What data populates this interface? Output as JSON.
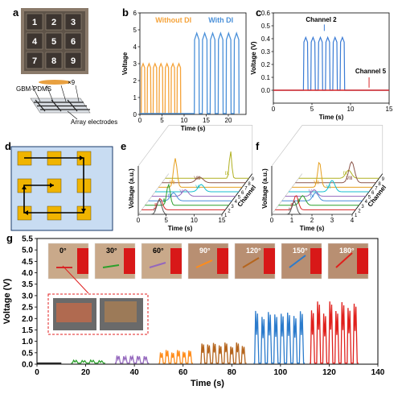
{
  "chart_data": [
    {
      "panel": "a",
      "type": "other",
      "pad_numbers": [
        "1",
        "2",
        "3",
        "4",
        "5",
        "6",
        "7",
        "8",
        "9"
      ],
      "multiplier": "×9",
      "labels": [
        "GBM-PDMS",
        "Array electrodes"
      ]
    },
    {
      "panel": "b",
      "type": "line",
      "xlabel": "Time (s)",
      "ylabel": "Voltage",
      "xlim": [
        0,
        24
      ],
      "ylim": [
        0,
        6
      ],
      "xticks": [
        0,
        5,
        10,
        15,
        20
      ],
      "yticks": [
        0,
        1,
        2,
        3,
        4,
        5,
        6
      ],
      "series": [
        {
          "name": "Without DI",
          "color": "#f5a33a",
          "peak": 3.0,
          "start": 0.3,
          "period": 1.35,
          "count": 7
        },
        {
          "name": "With DI",
          "color": "#4a90d9",
          "peak": 4.8,
          "start": 12.3,
          "period": 1.8,
          "count": 6
        }
      ]
    },
    {
      "panel": "c",
      "type": "line",
      "xlabel": "Time (s)",
      "ylabel": "Voltage (V)",
      "xlim": [
        0,
        15
      ],
      "ylim": [
        -0.1,
        0.6
      ],
      "xticks": [
        0,
        5,
        10,
        15
      ],
      "yticks": [
        0.0,
        0.1,
        0.2,
        0.3,
        0.4,
        0.5,
        0.6
      ],
      "annotations": [
        "Channel 2",
        "Channel 5"
      ],
      "series": [
        {
          "name": "Channel 2",
          "color": "#3a7bd5",
          "peak": 0.46,
          "start": 3.9,
          "period": 0.95,
          "count": 6
        },
        {
          "name": "Channel 5",
          "color": "#d62728",
          "level": 0.0
        }
      ]
    },
    {
      "panel": "d",
      "type": "diagram",
      "grid": "3x3"
    },
    {
      "panel": "e",
      "type": "line",
      "xlabel": "Time (s)",
      "ylabel": "Voltage (a.u.)",
      "zlabel": "Channel",
      "xlim": [
        0,
        15
      ],
      "xticks": [
        0,
        5,
        10,
        15
      ],
      "channels": [
        "1",
        "2",
        "3",
        "4",
        "5",
        "6",
        "7",
        "8",
        "9"
      ],
      "roman_labels": [
        "Ⅰ",
        "Ⅱ",
        "Ⅲ",
        "Ⅳ",
        "Ⅴ",
        "Ⅵ",
        "Ⅶ",
        "Ⅷ",
        "Ⅸ"
      ],
      "channel_colors": [
        "#555555",
        "#d62728",
        "#2ca02c",
        "#4a90d9",
        "#9467bd",
        "#17becf",
        "#e6a020",
        "#8c564b",
        "#b0b020"
      ]
    },
    {
      "panel": "f",
      "type": "line",
      "xlabel": "Time (s)",
      "ylabel": "Voltage (a.u.)",
      "zlabel": "Channel",
      "xlim": [
        0,
        4
      ],
      "xticks": [
        0,
        1,
        2,
        3,
        4
      ],
      "channels": [
        "1",
        "2",
        "3",
        "4",
        "5",
        "6",
        "7",
        "8",
        "9"
      ],
      "roman_labels": [
        "Ⅰ",
        "Ⅱ",
        "Ⅲ",
        "Ⅳ",
        "Ⅴ",
        "Ⅵ",
        "Ⅶ",
        "Ⅷ",
        "Ⅸ"
      ],
      "channel_colors": [
        "#555555",
        "#d62728",
        "#2ca02c",
        "#4a90d9",
        "#9467bd",
        "#17becf",
        "#e6a020",
        "#8c564b",
        "#b0b020"
      ]
    },
    {
      "panel": "g",
      "type": "line",
      "xlabel": "Time (s)",
      "ylabel": "Voltage (V)",
      "xlim": [
        0,
        140
      ],
      "ylim": [
        0.0,
        5.5
      ],
      "xticks": [
        0,
        20,
        40,
        60,
        80,
        100,
        120,
        140
      ],
      "yticks": [
        0.0,
        0.5,
        1.0,
        1.5,
        2.0,
        2.5,
        3.0,
        3.5,
        4.0,
        4.5,
        5.0,
        5.5
      ],
      "angles": [
        "0°",
        "30°",
        "60°",
        "90°",
        "120°",
        "150°",
        "180°"
      ],
      "series": [
        {
          "name": "0°",
          "color": "#000000",
          "range": [
            0,
            10
          ],
          "peak": 0.05,
          "count": 0
        },
        {
          "name": "30°",
          "color": "#2ca02c",
          "range": [
            14,
            28
          ],
          "peak": 0.18,
          "count": 4
        },
        {
          "name": "60°",
          "color": "#9467bd",
          "range": [
            32,
            46
          ],
          "peak": 0.38,
          "count": 5
        },
        {
          "name": "90°",
          "color": "#ff8c1a",
          "range": [
            50,
            64
          ],
          "peak": 0.62,
          "count": 6
        },
        {
          "name": "120°",
          "color": "#b5651d",
          "range": [
            67,
            86
          ],
          "peak": 0.95,
          "count": 8
        },
        {
          "name": "150°",
          "color": "#2b7bcc",
          "range": [
            89,
            110
          ],
          "peak": 2.35,
          "count": 8
        },
        {
          "name": "180°",
          "color": "#e0201c",
          "range": [
            112,
            132
          ],
          "peak": 2.75,
          "count": 8
        }
      ]
    }
  ]
}
